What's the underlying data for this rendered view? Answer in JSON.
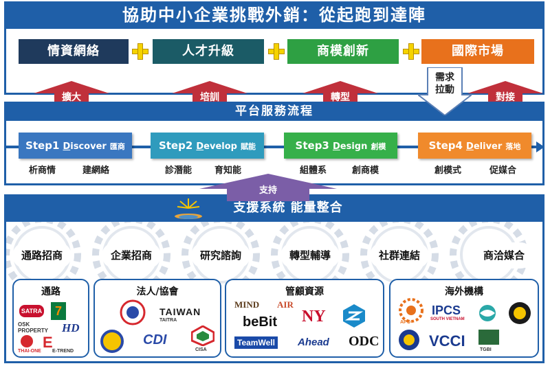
{
  "title": "協助中小企業挑戰外銷：從起跑到達陣",
  "pillars": [
    {
      "label": "情資網絡",
      "color": "#1f3a5c"
    },
    {
      "label": "人才升級",
      "color": "#1b5b66"
    },
    {
      "label": "商模創新",
      "color": "#2ea043"
    },
    {
      "label": "國際市場",
      "color": "#e8711c"
    }
  ],
  "up_arrows": [
    "擴大",
    "培訓",
    "轉型",
    "對接"
  ],
  "demand_arrow": [
    "需求",
    "拉動"
  ],
  "platform": {
    "title": "平台服務流程",
    "steps": [
      {
        "num": "Step1",
        "en_initial": "D",
        "en_rest": "iscover",
        "zh": "匯商",
        "color": "#3a77c0",
        "tags": [
          "析商情",
          "建網絡"
        ]
      },
      {
        "num": "Step2",
        "en_initial": "D",
        "en_rest": "evelop",
        "zh": "賦能",
        "color": "#2f9bbd",
        "tags": [
          "診潛能",
          "育知能"
        ]
      },
      {
        "num": "Step3",
        "en_initial": "D",
        "en_rest": "esign",
        "zh": "創模",
        "color": "#36b04a",
        "tags": [
          "組體系",
          "創商模"
        ]
      },
      {
        "num": "Step4",
        "en_initial": "D",
        "en_rest": "eliver",
        "zh": "落地",
        "color": "#f08a2c",
        "tags": [
          "創模式",
          "促媒合"
        ]
      }
    ]
  },
  "support_label": "支持",
  "support_system": {
    "title": "支援系統 能量整合",
    "services": [
      "通路招商",
      "企業招商",
      "研究諮詢",
      "轉型輔導",
      "社群連結",
      "商洽媒合"
    ]
  },
  "categories": [
    {
      "title": "通路",
      "logos": [
        "SATRA",
        "7",
        "OSK PROPERTY",
        "HD",
        "THAI-ONE",
        "E-TREND"
      ]
    },
    {
      "title": "法人/協會",
      "logos": [
        "TAIWAN",
        "TAITRA",
        "CDI",
        "CISA"
      ]
    },
    {
      "title": "管顧資源",
      "logos": [
        "MIND",
        "AIR",
        "beBit",
        "NY",
        "TeamWell",
        "Ahead",
        "ODC"
      ]
    },
    {
      "title": "海外機構",
      "logos": [
        "APO",
        "IPCS",
        "SOUTH VIETNAM",
        "VCCI",
        "TGBI"
      ]
    }
  ]
}
